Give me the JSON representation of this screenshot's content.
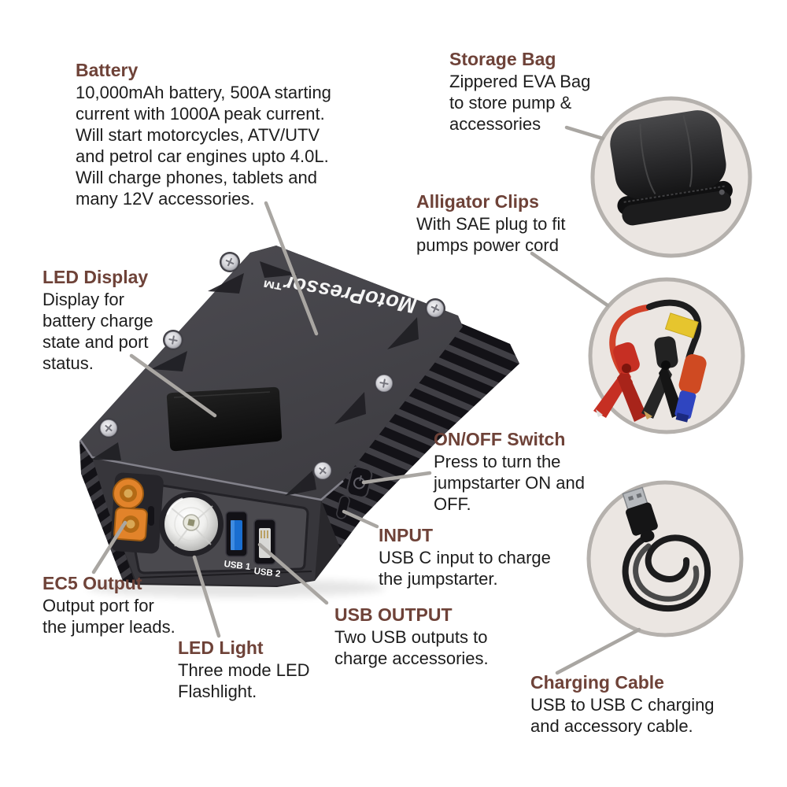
{
  "colors": {
    "background": "#ffffff",
    "heading": "#6e4238",
    "body_text": "#1d1d1d",
    "leader_line": "#a9a6a2",
    "bubble_fill": "#ebe6e2",
    "bubble_border": "#b5b1ad",
    "ec5_orange": "#e2832a",
    "usb_blue": "#1a6ed0",
    "clip_red": "#c62f23",
    "ec5_plug_blue": "#2f45c0",
    "tag_yellow": "#e6c52e"
  },
  "product": {
    "brand": "MotoPressor™",
    "usb1_label": "USB 1",
    "usb2_label": "USB 2"
  },
  "callouts": {
    "battery": {
      "title": "Battery",
      "lines": [
        "10,000mAh battery, 500A starting",
        "current with 1000A peak current.",
        "Will start motorcycles, ATV/UTV",
        "and petrol car engines upto 4.0L.",
        "Will charge phones, tablets and",
        "many 12V accessories."
      ]
    },
    "storage_bag": {
      "title": "Storage Bag",
      "lines": [
        "Zippered EVA Bag",
        "to store pump &",
        "accessories"
      ]
    },
    "alligator_clips": {
      "title": "Alligator Clips",
      "lines": [
        "With SAE plug to fit",
        "pumps power cord"
      ]
    },
    "led_display": {
      "title": "LED Display",
      "lines": [
        "Display for",
        "battery charge",
        "state and port",
        "status."
      ]
    },
    "on_off_switch": {
      "title": "ON/OFF Switch",
      "lines": [
        "Press to turn the",
        "jumpstarter ON and",
        "OFF."
      ]
    },
    "input": {
      "title": "INPUT",
      "lines": [
        "USB C input to charge",
        "the jumpstarter."
      ]
    },
    "ec5_output": {
      "title": "EC5 Output",
      "lines": [
        "Output port for",
        "the jumper leads."
      ]
    },
    "led_light": {
      "title": "LED Light",
      "lines": [
        "Three mode LED",
        "Flashlight."
      ]
    },
    "usb_output": {
      "title": "USB OUTPUT",
      "lines": [
        "Two USB outputs to",
        "charge accessories."
      ]
    },
    "charging_cable": {
      "title": "Charging Cable",
      "lines": [
        "USB to USB C charging",
        "and accessory cable."
      ]
    }
  }
}
